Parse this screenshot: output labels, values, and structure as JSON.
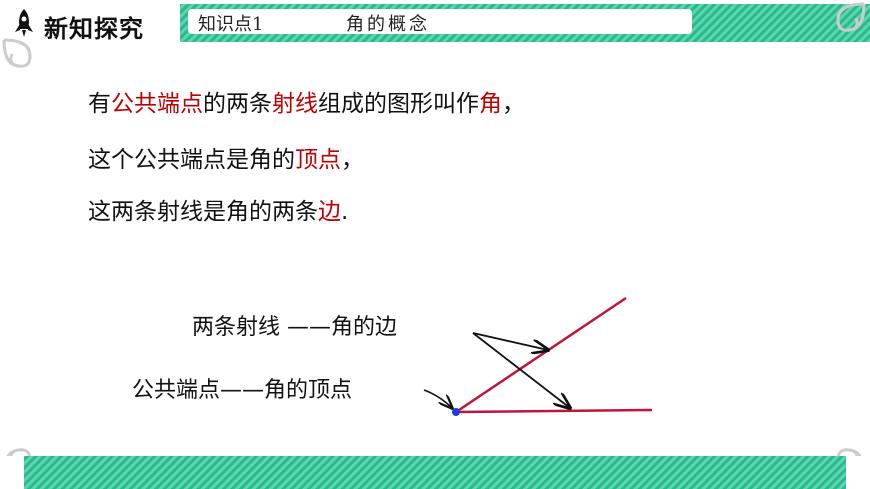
{
  "header": {
    "section_title": "新知探究",
    "topic_number": "知识点1",
    "topic_name": "角的概念"
  },
  "definition": {
    "line1": {
      "p1": "有",
      "r1": "公共端点",
      "p2": "的两条",
      "r2": "射线",
      "p3": "组成的图形叫作",
      "r3": "角",
      "p4": "，"
    },
    "line2": {
      "p1": "这个公共端点是角的",
      "r1": "顶点",
      "p2": "，"
    },
    "line3": {
      "p1": "这两条射线是角的两条",
      "r1": "边",
      "p2": "."
    }
  },
  "diagram": {
    "rays_label": "两条射线 ——角的边",
    "endpoint_label": "公共端点——角的顶点"
  },
  "colors": {
    "accent_red": "#c00000",
    "header_green": "#2fc39a",
    "vertex_blue": "#1f3fd6"
  },
  "icons": [
    "rocket-icon",
    "corner-ornament-icon"
  ]
}
